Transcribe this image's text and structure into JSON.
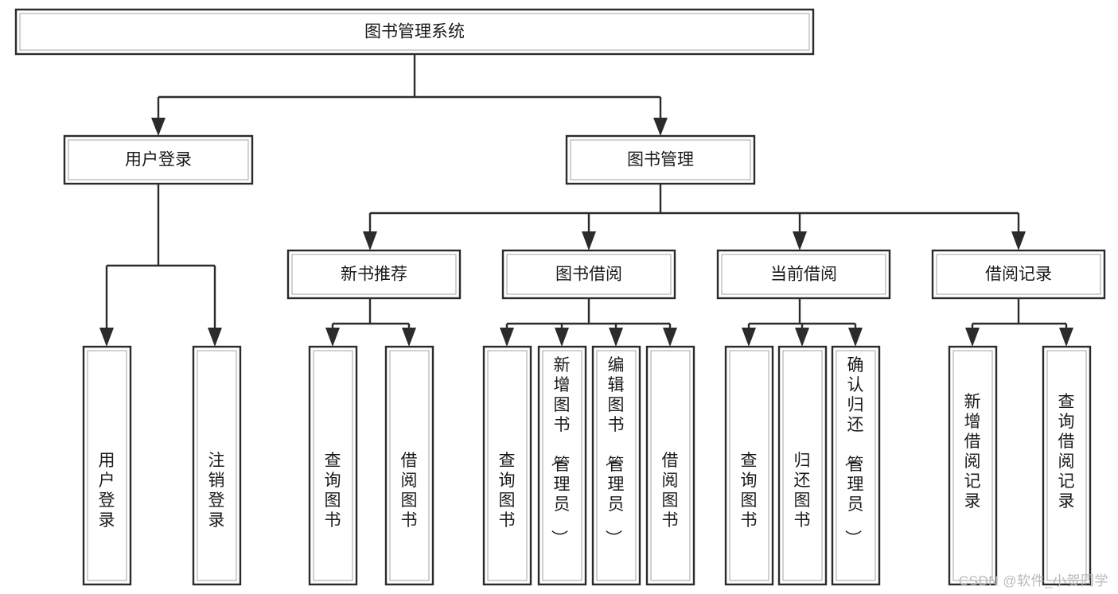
{
  "diagram": {
    "type": "tree",
    "title": "图书管理系统",
    "watermark": "CSDN @软件_小贺同学",
    "colors": {
      "background": "#ffffff",
      "box_stroke": "#2b2b2b",
      "box_fill": "#ffffff",
      "text": "#1a1a1a",
      "connector": "#2b2b2b",
      "watermark": "#b9b9b9"
    },
    "levels": [
      {
        "level": 0,
        "nodes": [
          {
            "id": "root",
            "label": "图书管理系统",
            "orientation": "horizontal"
          }
        ]
      },
      {
        "level": 1,
        "nodes": [
          {
            "id": "login",
            "label": "用户登录",
            "orientation": "horizontal",
            "parent": "root"
          },
          {
            "id": "bookmgmt",
            "label": "图书管理",
            "orientation": "horizontal",
            "parent": "root"
          }
        ]
      },
      {
        "level": 2,
        "nodes": [
          {
            "id": "newbook",
            "label": "新书推荐",
            "orientation": "horizontal",
            "parent": "bookmgmt"
          },
          {
            "id": "borrow",
            "label": "图书借阅",
            "orientation": "horizontal",
            "parent": "bookmgmt"
          },
          {
            "id": "current",
            "label": "当前借阅",
            "orientation": "horizontal",
            "parent": "bookmgmt"
          },
          {
            "id": "records",
            "label": "借阅记录",
            "orientation": "horizontal",
            "parent": "bookmgmt"
          }
        ]
      },
      {
        "level": 3,
        "nodes": [
          {
            "id": "leaf-1",
            "label": "用户登录",
            "orientation": "vertical",
            "parent": "login"
          },
          {
            "id": "leaf-2",
            "label": "注销登录",
            "orientation": "vertical",
            "parent": "login"
          },
          {
            "id": "leaf-3",
            "label": "查询图书",
            "orientation": "vertical",
            "parent": "newbook"
          },
          {
            "id": "leaf-4",
            "label": "借阅图书",
            "orientation": "vertical",
            "parent": "newbook"
          },
          {
            "id": "leaf-5",
            "label": "查询图书",
            "orientation": "vertical",
            "parent": "borrow"
          },
          {
            "id": "leaf-6",
            "label": "新增图书（管理员）",
            "orientation": "vertical",
            "parent": "borrow"
          },
          {
            "id": "leaf-7",
            "label": "编辑图书（管理员）",
            "orientation": "vertical",
            "parent": "borrow"
          },
          {
            "id": "leaf-8",
            "label": "借阅图书",
            "orientation": "vertical",
            "parent": "borrow"
          },
          {
            "id": "leaf-9",
            "label": "查询图书",
            "orientation": "vertical",
            "parent": "current"
          },
          {
            "id": "leaf-10",
            "label": "归还图书",
            "orientation": "vertical",
            "parent": "current"
          },
          {
            "id": "leaf-11",
            "label": "确认归还（管理员）",
            "orientation": "vertical",
            "parent": "current"
          },
          {
            "id": "leaf-12",
            "label": "新增借阅记录",
            "orientation": "vertical",
            "parent": "records"
          },
          {
            "id": "leaf-13",
            "label": "查询借阅记录",
            "orientation": "vertical",
            "parent": "records"
          }
        ]
      }
    ]
  }
}
